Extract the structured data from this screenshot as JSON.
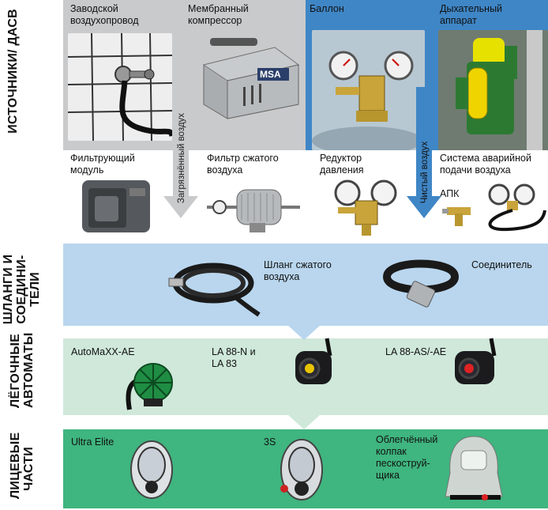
{
  "sections": {
    "sources": "ИСТОЧНИКИ/ ДАСВ",
    "hoses": "ШЛАНГИ И\nСОЕДИНИ-\nТЕЛИ",
    "regulators": "ЛЁГОЧНЫЕ\nАВТОМАТЫ",
    "facepieces": "ЛИЦЕВЫЕ\nЧАСТИ"
  },
  "sources": {
    "factory_air": "Заводской\nвоздухопровод",
    "membrane_compressor": "Мембранный\nкомпрессор",
    "cylinder": "Баллон",
    "breathing_apparatus": "Дыхательный\nаппарат",
    "filter_module": "Фильтрующий\nмодуль",
    "compressed_air_filter": "Фильтр сжатого\nвоздуха",
    "pressure_reducer": "Редуктор\nдавления",
    "emergency_air_system": "Система аварийной\nподачи воздуха",
    "apk": "АПК",
    "compressor_brand": "MSA"
  },
  "arrows": {
    "contaminated_air": "Загрязнённый воздух",
    "clean_air": "Чистый воздух"
  },
  "hoses": {
    "compressed_air_hose": "Шланг сжатого\nвоздуха",
    "connector": "Соединитель"
  },
  "regulators": {
    "automaxx": "AutoMaXX-AE",
    "la88n": "LA 88-N и\nLA 83",
    "la88as": "LA 88-AS/-AE"
  },
  "facepieces": {
    "ultra_elite": "Ultra Elite",
    "s3": "3S",
    "hood": "Облегчённый\nколпак\nпескоструй-\nщика"
  },
  "colors": {
    "sources_grey": "#c9cacb",
    "sources_blue": "#3f86c6",
    "hoses_bg": "#b9d6ee",
    "regulators_bg": "#cfe8da",
    "facepieces_bg": "#3fb57f"
  }
}
